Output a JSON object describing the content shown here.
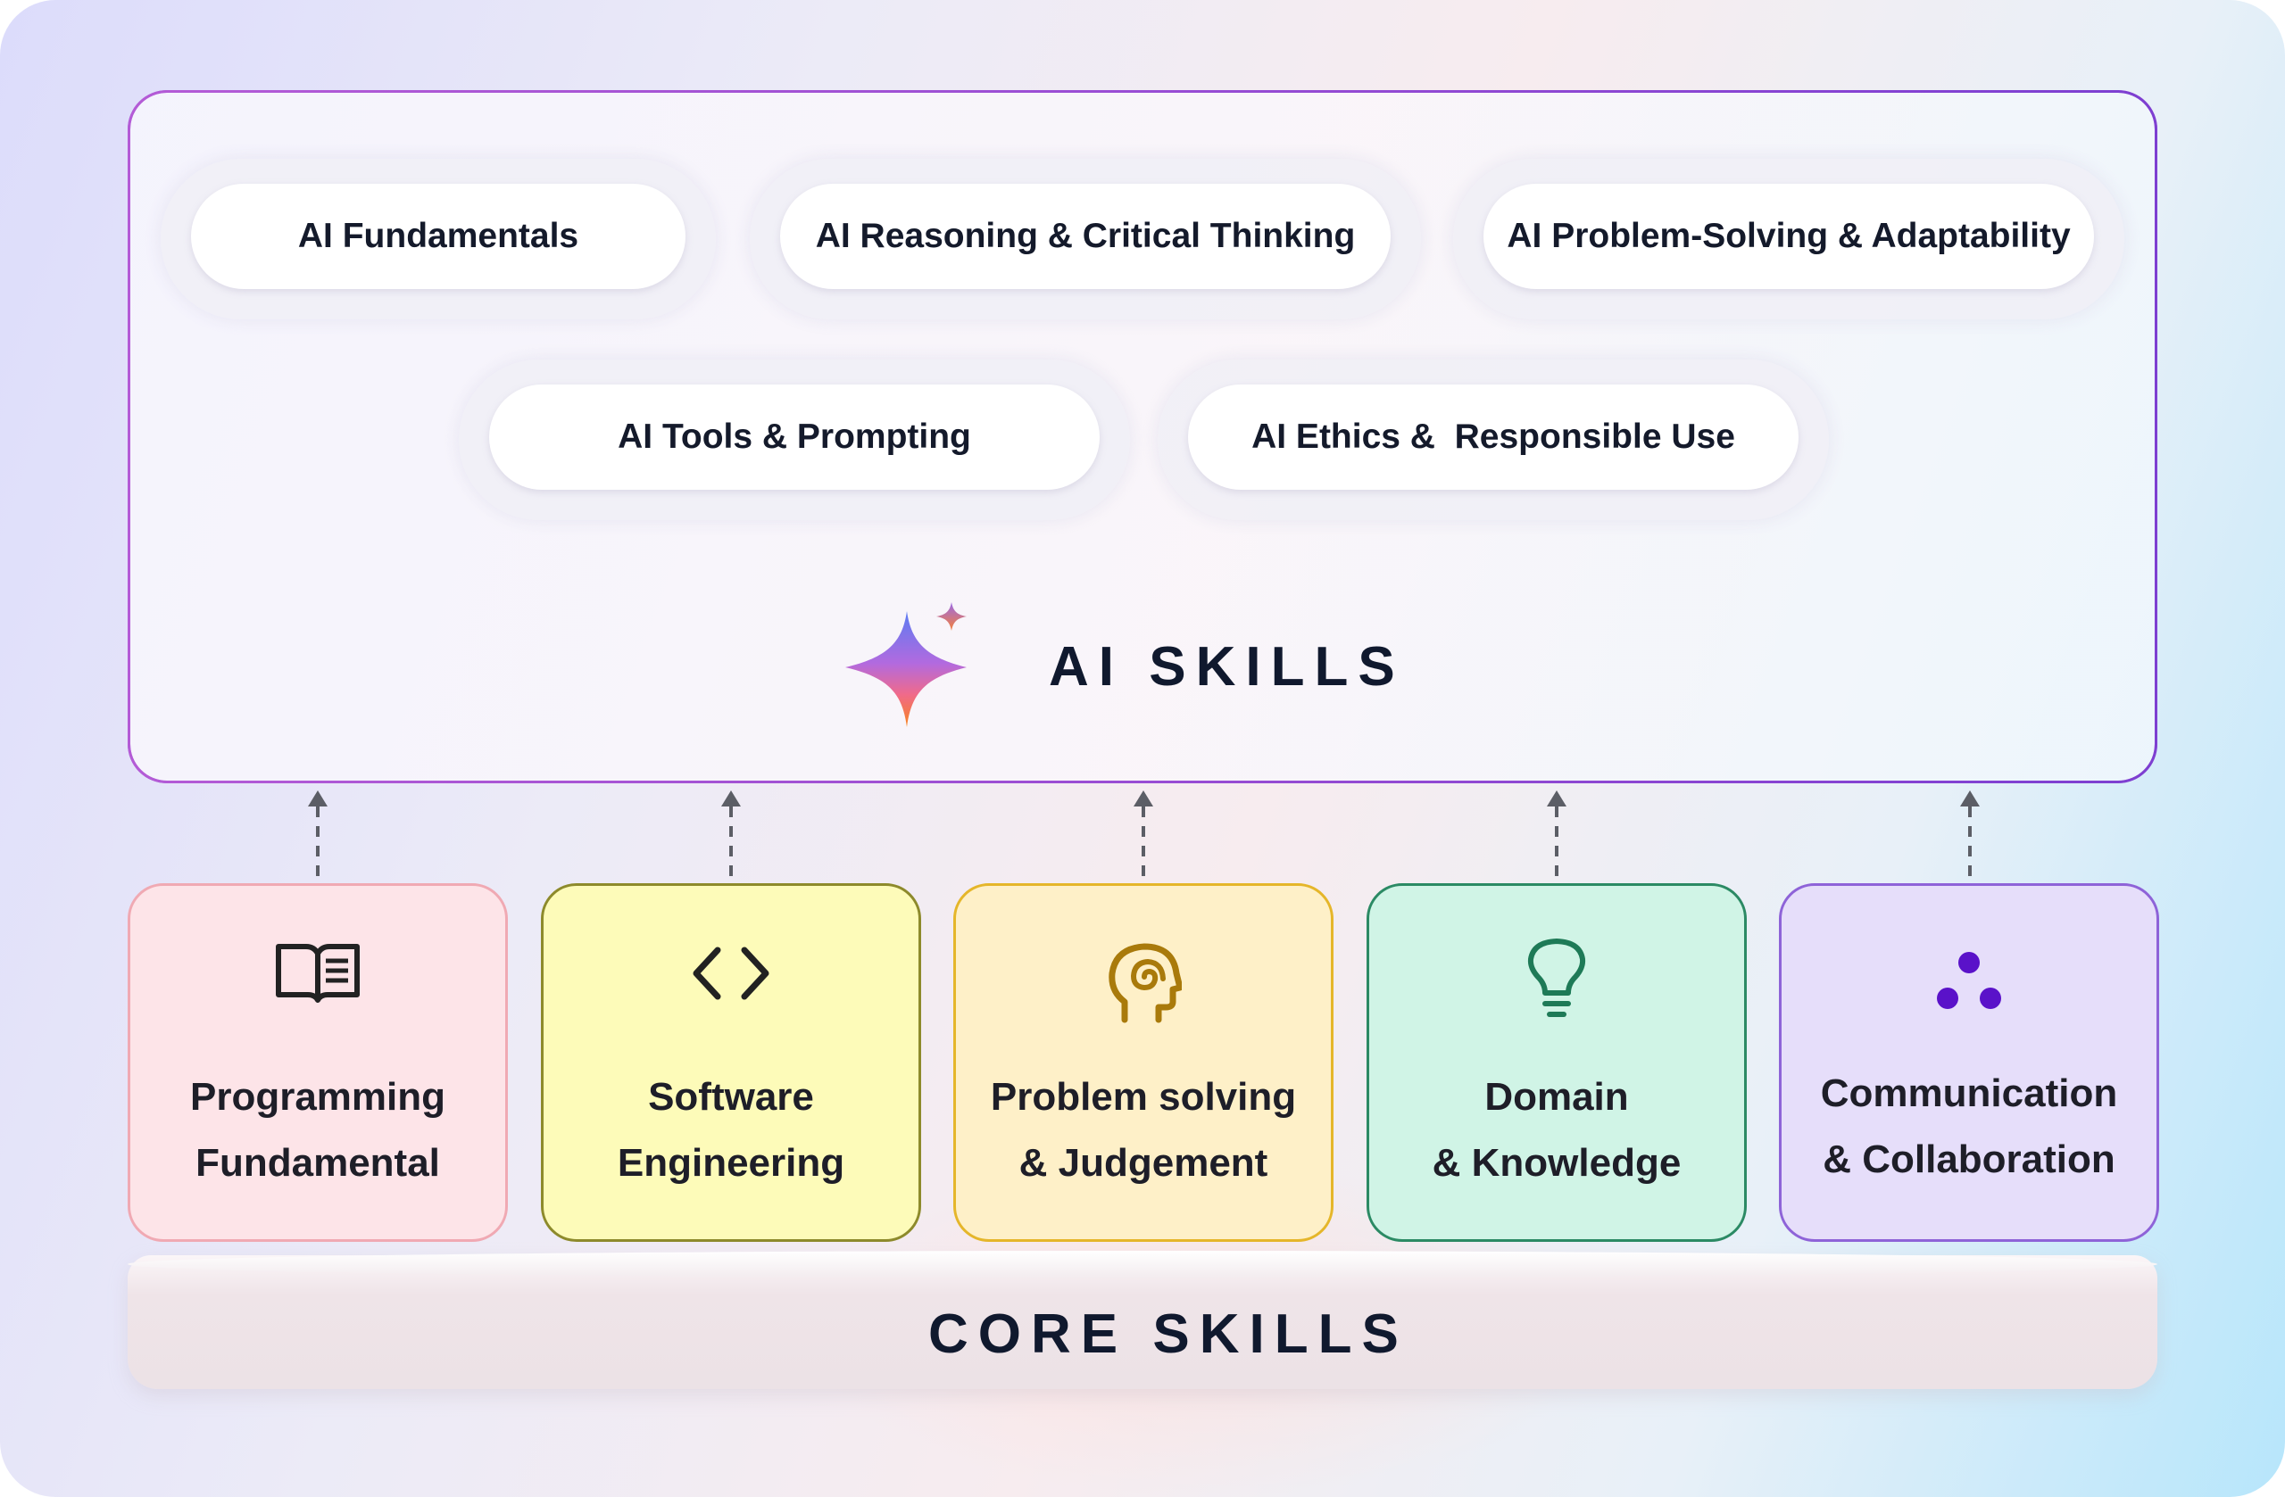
{
  "ai_skills": {
    "title": "AI SKILLS",
    "pills": [
      "AI Fundamentals",
      "AI Reasoning & Critical Thinking",
      "AI Problem-Solving & Adaptability",
      "AI Tools & Prompting",
      "AI Ethics &  Responsible Use"
    ]
  },
  "core_skills": {
    "title": "CORE SKILLS",
    "cards": [
      {
        "line1": "Programming",
        "line2": "Fundamental",
        "icon": "open-book-icon",
        "color": "#fde4e8",
        "border": "#f0a9b3"
      },
      {
        "line1": "Software",
        "line2": "Engineering",
        "icon": "code-brackets-icon",
        "color": "#fdfbb9",
        "border": "#8d8a2b"
      },
      {
        "line1": "Problem solving",
        "line2": "& Judgement",
        "icon": "head-spiral-icon",
        "color": "#fef0c8",
        "border": "#e5b62a"
      },
      {
        "line1": "Domain",
        "line2": "& Knowledge",
        "icon": "lightbulb-icon",
        "color": "#d0f4e6",
        "border": "#2b8a64"
      },
      {
        "line1": "Communication",
        "line2": "& Collaboration",
        "icon": "three-dots-icon",
        "color": "#e6defa",
        "border": "#8e63d8"
      }
    ]
  },
  "colors": {
    "frame": "#9b52d6",
    "title_text": "#10192e",
    "arrow": "#5c5e66"
  }
}
